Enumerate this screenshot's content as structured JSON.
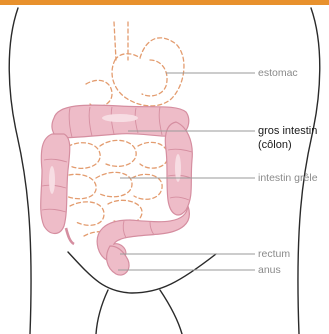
{
  "colors": {
    "top_bar": "#e8912d",
    "body_outline": "#2a2a2a",
    "colon_fill": "#eebcc8",
    "colon_stroke": "#d58ea0",
    "colon_highlight": "#f7dde3",
    "dashed_organ": "#e39c6f",
    "leader_line": "#9a9a9a",
    "label_muted": "#8a8a8a",
    "label_strong": "#1a1a1a"
  },
  "labels": {
    "estomac": "estomac",
    "gros_intestin_line1": "gros intestin",
    "gros_intestin_line2": "(côlon)",
    "intestin_grele": "intestin grêle",
    "rectum": "rectum",
    "anus": "anus"
  }
}
